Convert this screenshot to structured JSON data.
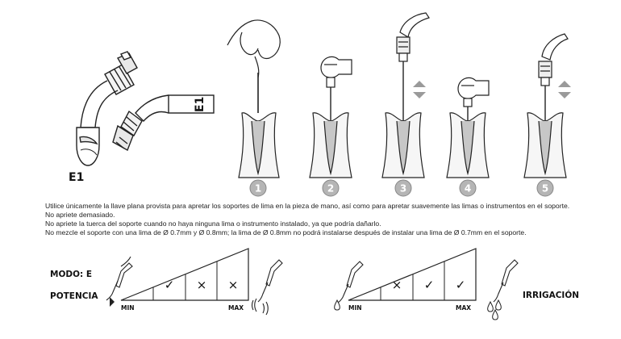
{
  "tip_labels": {
    "bent_tip": "E1",
    "side_tip": "E1"
  },
  "steps": [
    "1",
    "2",
    "3",
    "4",
    "5"
  ],
  "instructions": [
    "Utilice únicamente la llave plana provista para apretar los soportes de lima en la pieza de mano, así como para apretar suavemente las limas o instrumentos en el soporte. No apriete demasiado.",
    "No apriete la tuerca del soporte cuando no haya ninguna lima o instrumento instalado, ya que podría dañarlo.",
    "No mezcle el soporte con una lima de Ø 0.7mm y Ø 0.8mm; la lima de Ø 0.8mm no podrá instalarse después de instalar una lima de Ø 0.7mm en el soporte."
  ],
  "power_scale": {
    "title_line1": "MODO: E",
    "title_line2": "POTENCIA",
    "min_label": "MIN",
    "max_label": "MAX",
    "levels": [
      "check",
      "cross",
      "cross"
    ],
    "glyphs": {
      "check": "✓",
      "cross": "×"
    }
  },
  "irrigation_scale": {
    "title": "IRRIGACIÓN",
    "min_label": "MIN",
    "max_label": "MAX",
    "levels": [
      "cross",
      "check",
      "check"
    ],
    "glyphs": {
      "check": "✓",
      "cross": "×"
    }
  }
}
